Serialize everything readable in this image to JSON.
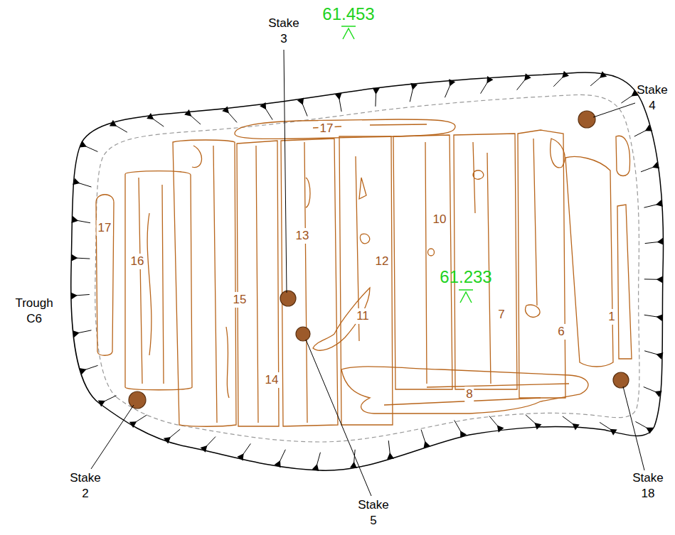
{
  "diagram": {
    "labels": [
      "61.453",
      "Stake 3",
      "Stake 4",
      "17",
      "17",
      "16",
      "13",
      "10",
      "12",
      "61.233",
      "15",
      "Trough C6",
      "7",
      "6",
      "1",
      "11",
      "14",
      "8",
      "Stake 2",
      "Stake 18",
      "Stake 5"
    ]
  }
}
